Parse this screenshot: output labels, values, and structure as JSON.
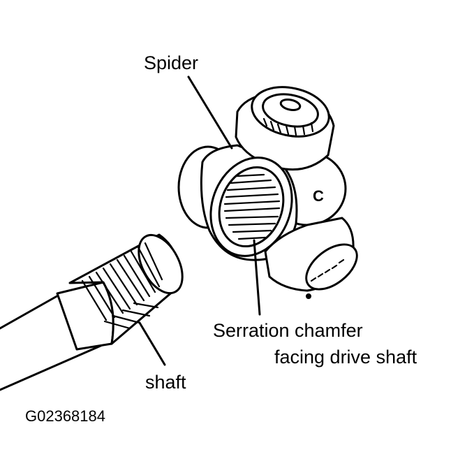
{
  "labels": {
    "spider": "Spider",
    "serration_line1": "Serration chamfer",
    "serration_line2": "facing drive shaft",
    "shaft": "shaft",
    "marking": "C",
    "figure_code": "G02368184"
  }
}
